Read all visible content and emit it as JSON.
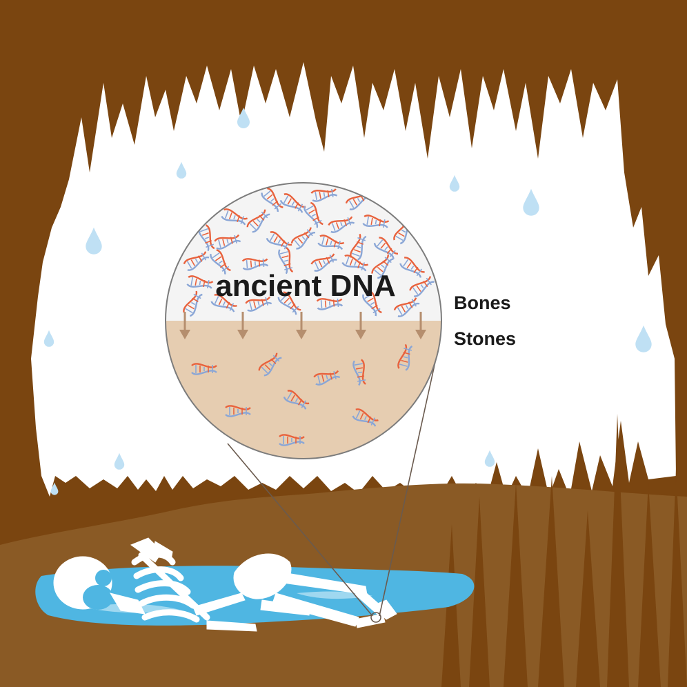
{
  "title": "ancient DNA",
  "labels": {
    "bones": "Bones",
    "stones": "Stones"
  },
  "colors": {
    "cave_rock": "#7a4510",
    "cave_floor": "#8a5a25",
    "water": "#4fb6e2",
    "drop": "#bfe0f4",
    "dna_red": "#e8623d",
    "dna_blue": "#8aa6d6",
    "sediment": "#e6cdb1",
    "arrow": "#b58e6e",
    "skeleton": "#ffffff"
  },
  "icons": [
    "water-drop-icon",
    "dna-helix-icon",
    "skeleton-icon",
    "down-arrow-icon",
    "stalactite-icon",
    "stalagmite-icon"
  ]
}
